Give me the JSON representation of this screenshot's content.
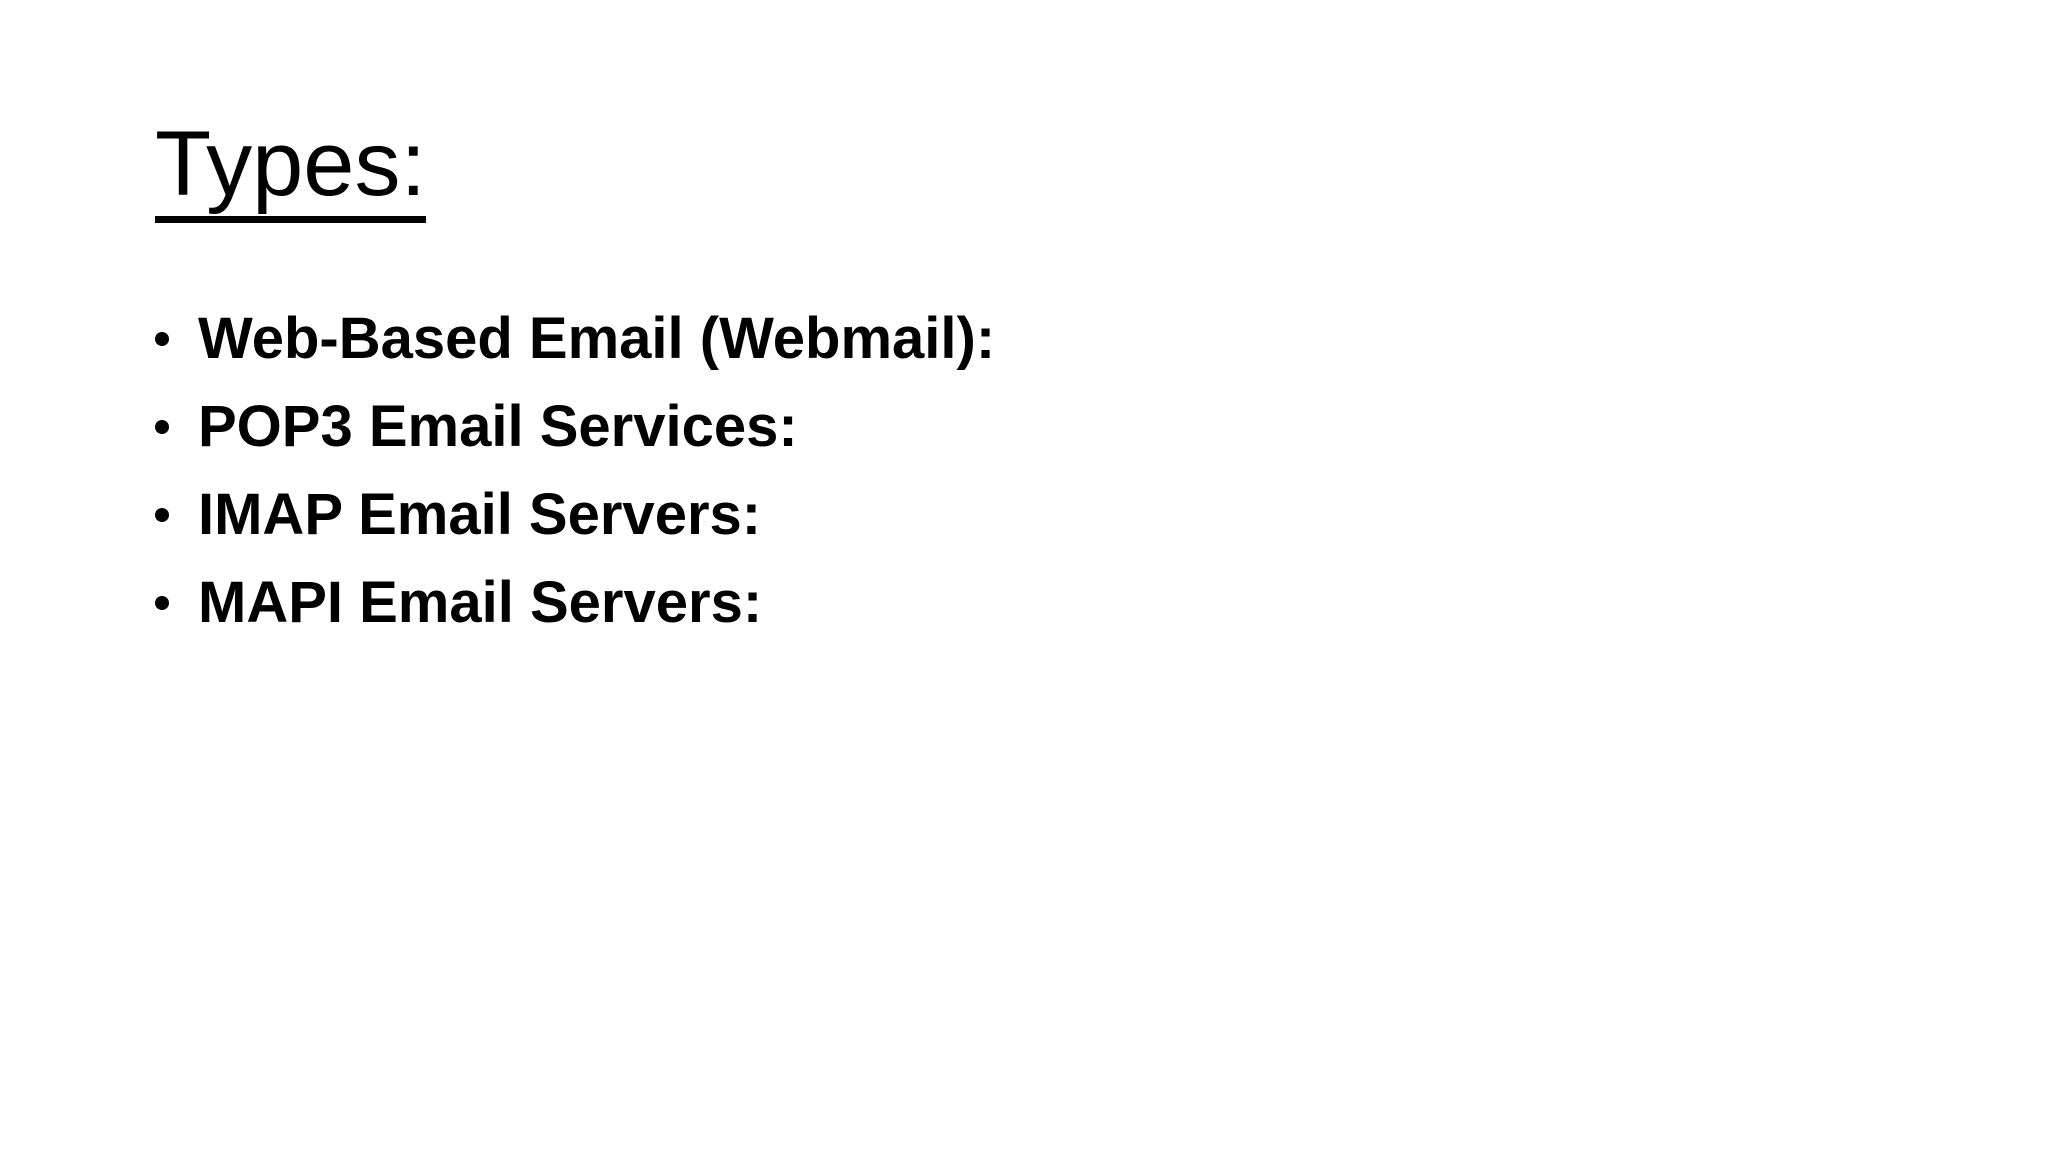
{
  "slide": {
    "title": "Types:",
    "bullets": [
      "Web-Based Email (Webmail):",
      "POP3 Email Services:",
      "IMAP Email Servers:",
      "MAPI Email Servers:"
    ],
    "colors": {
      "background": "#ffffff",
      "text": "#000000"
    }
  }
}
